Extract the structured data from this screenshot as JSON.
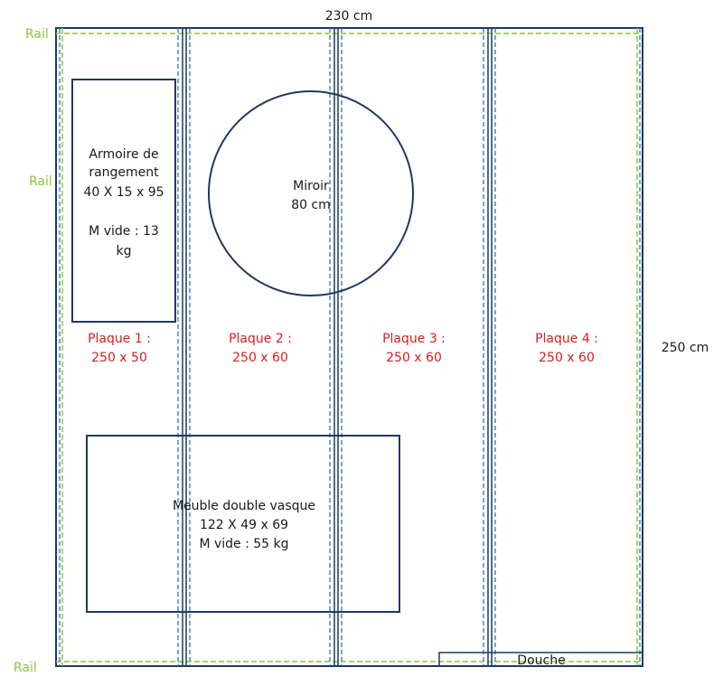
{
  "dimensions": {
    "width_label": "230 cm",
    "height_label": "250 cm"
  },
  "rails": {
    "top_label": "Rail",
    "middle_label": "Rail",
    "bottom_label": "Rail",
    "color": "#8cc63f"
  },
  "plaques": [
    {
      "name": "Plaque 1 :",
      "size": "250 x 50"
    },
    {
      "name": "Plaque 2 :",
      "size": "250 x 60"
    },
    {
      "name": "Plaque 3 :",
      "size": "250 x 60"
    },
    {
      "name": "Plaque 4 :",
      "size": "250 x 60"
    }
  ],
  "armoire": {
    "line1": "Armoire de",
    "line2": "rangement",
    "line3": "40 X 15 x 95",
    "line4": "M vide : 13",
    "line5": "kg"
  },
  "miroir": {
    "line1": "Miroir",
    "line2": "80 cm"
  },
  "meuble": {
    "line1": "Meuble double vasque",
    "line2": "122 X 49 x 69",
    "line3": "M vide : 55 kg"
  },
  "douche": {
    "label": "Douche"
  },
  "colors": {
    "outline": "#1f3a5f",
    "plaque_text": "#d42020",
    "seam": "#2e75b6",
    "rail": "#8cc63f"
  }
}
